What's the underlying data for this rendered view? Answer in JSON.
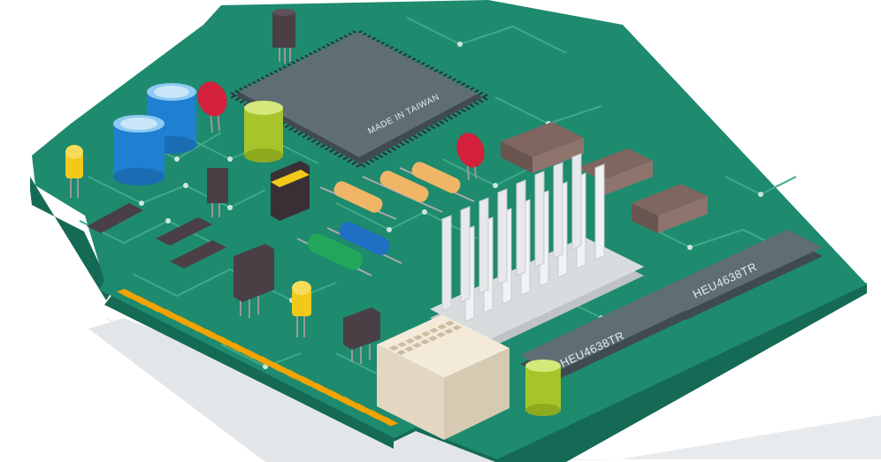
{
  "labels": {
    "cpu": "MADE IN TAIWAN",
    "ic_top": "HEU4638TR",
    "ic_bottom": "HEU4638TR"
  },
  "colors": {
    "pcb": "#1e8a6e",
    "pcb_edge": "#156a55",
    "trace": "#3fa98b",
    "pad": "#cfd8d4",
    "gold": "#f2a300",
    "chip": "#5e6e74",
    "chip_dark": "#3f4b50",
    "heatsink": "#d9dcde",
    "connector": "#eae0cf",
    "cap_blue": "#1f7fd1",
    "cap_green": "#a7c52b",
    "resistor": "#f0b566",
    "led": "#f2c91a",
    "ceramic": "#d3203b",
    "shadow": "#e3e6e8"
  },
  "icons": [
    "cpu-chip-icon",
    "heatsink-icon",
    "capacitor-icon",
    "resistor-icon",
    "led-icon",
    "transistor-icon",
    "connector-icon",
    "dip-chip-icon"
  ]
}
